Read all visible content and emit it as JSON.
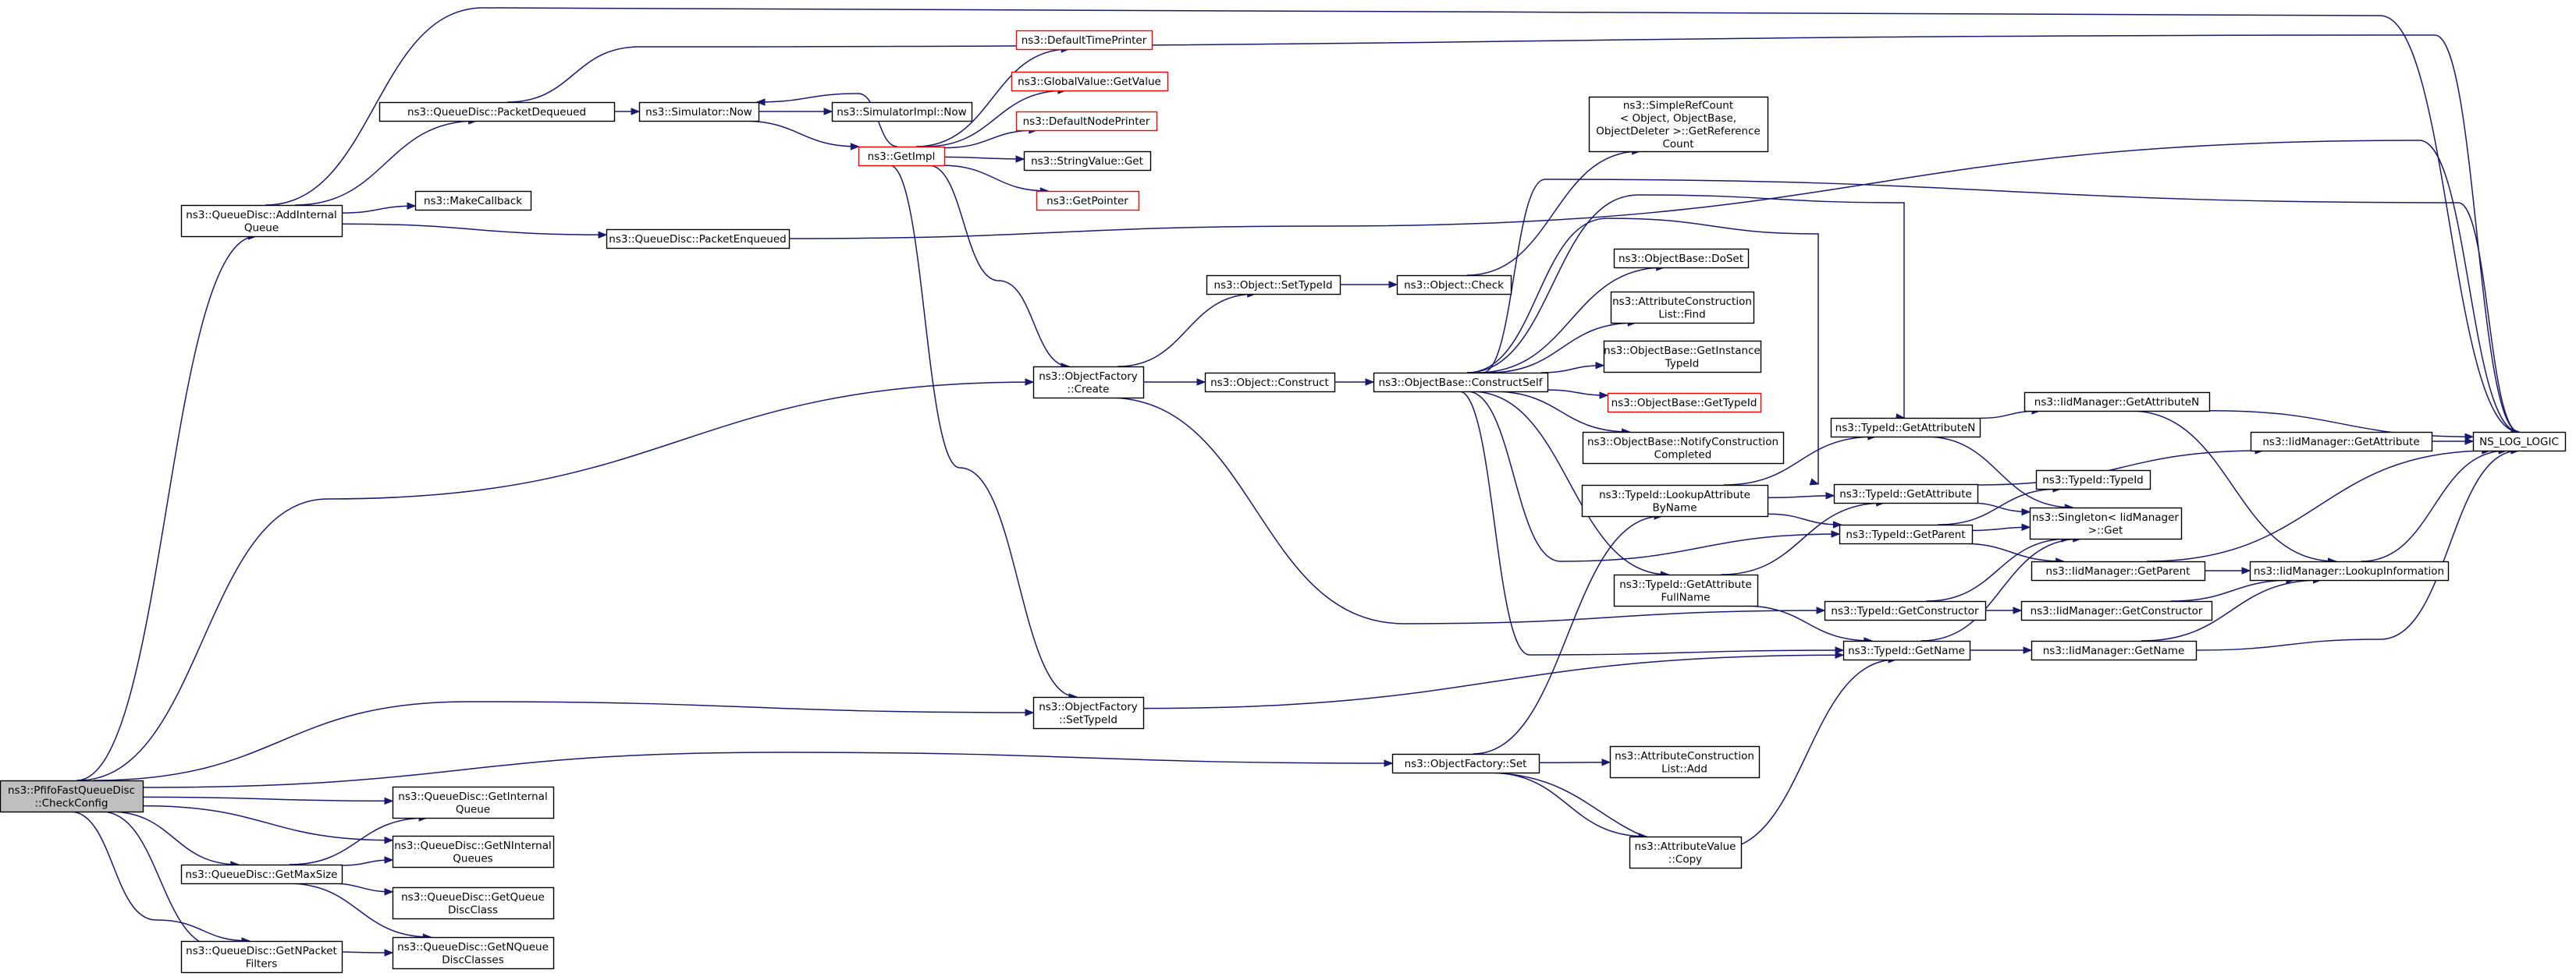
{
  "nodes": [
    {
      "id": "root",
      "lines": [
        "ns3::PfifoFastQueueDisc",
        "::CheckConfig"
      ]
    },
    {
      "id": "addInternalQueue",
      "lines": [
        "ns3::QueueDisc::AddInternal",
        "Queue"
      ]
    },
    {
      "id": "getNPacketFilters",
      "lines": [
        "ns3::QueueDisc::GetNPacket",
        "Filters"
      ]
    },
    {
      "id": "getMaxSize",
      "lines": [
        "ns3::QueueDisc::GetMaxSize"
      ]
    },
    {
      "id": "packetDequeued",
      "lines": [
        "ns3::QueueDisc::PacketDequeued"
      ]
    },
    {
      "id": "makeCallback",
      "lines": [
        "ns3::MakeCallback"
      ]
    },
    {
      "id": "packetEnqueued",
      "lines": [
        "ns3::QueueDisc::PacketEnqueued"
      ]
    },
    {
      "id": "getInternalQueue",
      "lines": [
        "ns3::QueueDisc::GetInternal",
        "Queue"
      ]
    },
    {
      "id": "getNInternalQueues",
      "lines": [
        "ns3::QueueDisc::GetNInternal",
        "Queues"
      ]
    },
    {
      "id": "getQueueDiscClass",
      "lines": [
        "ns3::QueueDisc::GetQueue",
        "DiscClass"
      ]
    },
    {
      "id": "getNQueueDiscClasses",
      "lines": [
        "ns3::QueueDisc::GetNQueue",
        "DiscClasses"
      ]
    },
    {
      "id": "simulatorNow",
      "lines": [
        "ns3::Simulator::Now"
      ]
    },
    {
      "id": "simulatorImplNow",
      "lines": [
        "ns3::SimulatorImpl::Now"
      ]
    },
    {
      "id": "getImpl",
      "lines": [
        "ns3::GetImpl"
      ],
      "red": true
    },
    {
      "id": "defaultTimePrinter",
      "lines": [
        "ns3::DefaultTimePrinter"
      ],
      "red": true
    },
    {
      "id": "globalValueGetValue",
      "lines": [
        "ns3::GlobalValue::GetValue"
      ],
      "red": true
    },
    {
      "id": "defaultNodePrinter",
      "lines": [
        "ns3::DefaultNodePrinter"
      ],
      "red": true
    },
    {
      "id": "stringValueGet",
      "lines": [
        "ns3::StringValue::Get"
      ]
    },
    {
      "id": "getPointer",
      "lines": [
        "ns3::GetPointer"
      ],
      "red": true
    },
    {
      "id": "objectFactoryCreate",
      "lines": [
        "ns3::ObjectFactory",
        "::Create"
      ]
    },
    {
      "id": "objectFactorySetTypeId",
      "lines": [
        "ns3::ObjectFactory",
        "::SetTypeId"
      ]
    },
    {
      "id": "objectFactorySet",
      "lines": [
        "ns3::ObjectFactory::Set"
      ]
    },
    {
      "id": "objectSetTypeId",
      "lines": [
        "ns3::Object::SetTypeId"
      ]
    },
    {
      "id": "objectCheck",
      "lines": [
        "ns3::Object::Check"
      ]
    },
    {
      "id": "objectConstruct",
      "lines": [
        "ns3::Object::Construct"
      ]
    },
    {
      "id": "constructSelf",
      "lines": [
        "ns3::ObjectBase::ConstructSelf"
      ]
    },
    {
      "id": "simpleRefCount",
      "lines": [
        "ns3::SimpleRefCount",
        "< Object, ObjectBase,",
        " ObjectDeleter >::GetReference",
        "Count"
      ]
    },
    {
      "id": "doSet",
      "lines": [
        "ns3::ObjectBase::DoSet"
      ]
    },
    {
      "id": "attrConstructionFind",
      "lines": [
        "ns3::AttributeConstruction",
        "List::Find"
      ]
    },
    {
      "id": "getInstanceTypeId",
      "lines": [
        "ns3::ObjectBase::GetInstance",
        "TypeId"
      ]
    },
    {
      "id": "objectBaseGetTypeId",
      "lines": [
        "ns3::ObjectBase::GetTypeId"
      ],
      "red": true
    },
    {
      "id": "notifyConstructionCompleted",
      "lines": [
        "ns3::ObjectBase::NotifyConstruction",
        "Completed"
      ]
    },
    {
      "id": "lookupAttributeByName",
      "lines": [
        "ns3::TypeId::LookupAttribute",
        "ByName"
      ]
    },
    {
      "id": "getAttributeFullName",
      "lines": [
        "ns3::TypeId::GetAttribute",
        "FullName"
      ]
    },
    {
      "id": "attrConstructionAdd",
      "lines": [
        "ns3::AttributeConstruction",
        "List::Add"
      ]
    },
    {
      "id": "attributeValueCopy",
      "lines": [
        "ns3::AttributeValue",
        "::Copy"
      ]
    },
    {
      "id": "typeIdGetAttributeN",
      "lines": [
        "ns3::TypeId::GetAttributeN"
      ]
    },
    {
      "id": "typeIdGetAttribute",
      "lines": [
        "ns3::TypeId::GetAttribute"
      ]
    },
    {
      "id": "typeIdGetParent",
      "lines": [
        "ns3::TypeId::GetParent"
      ]
    },
    {
      "id": "typeIdGetConstructor",
      "lines": [
        "ns3::TypeId::GetConstructor"
      ]
    },
    {
      "id": "typeIdGetName",
      "lines": [
        "ns3::TypeId::GetName"
      ]
    },
    {
      "id": "typeIdTypeId",
      "lines": [
        "ns3::TypeId::TypeId"
      ]
    },
    {
      "id": "singletonGet",
      "lines": [
        "ns3::Singleton< IidManager",
        " >::Get"
      ]
    },
    {
      "id": "iidGetAttributeN",
      "lines": [
        "ns3::IidManager::GetAttributeN"
      ]
    },
    {
      "id": "iidGetAttribute",
      "lines": [
        "ns3::IidManager::GetAttribute"
      ]
    },
    {
      "id": "iidGetParent",
      "lines": [
        "ns3::IidManager::GetParent"
      ]
    },
    {
      "id": "iidGetConstructor",
      "lines": [
        "ns3::IidManager::GetConstructor"
      ]
    },
    {
      "id": "iidGetName",
      "lines": [
        "ns3::IidManager::GetName"
      ]
    },
    {
      "id": "iidLookupInformation",
      "lines": [
        "ns3::IidManager::LookupInformation"
      ]
    },
    {
      "id": "nsLogLogic",
      "lines": [
        "NS_LOG_LOGIC"
      ]
    }
  ],
  "edges": [
    [
      "root",
      "addInternalQueue"
    ],
    [
      "root",
      "objectFactoryCreate"
    ],
    [
      "root",
      "objectFactorySetTypeId"
    ],
    [
      "root",
      "objectFactorySet"
    ],
    [
      "root",
      "getInternalQueue"
    ],
    [
      "root",
      "getNInternalQueues"
    ],
    [
      "root",
      "getMaxSize"
    ],
    [
      "root",
      "getNQueueDiscClasses"
    ],
    [
      "root",
      "getNPacketFilters"
    ],
    [
      "addInternalQueue",
      "packetDequeued"
    ],
    [
      "addInternalQueue",
      "makeCallback"
    ],
    [
      "addInternalQueue",
      "packetEnqueued"
    ],
    [
      "addInternalQueue",
      "nsLogLogic"
    ],
    [
      "packetDequeued",
      "simulatorNow"
    ],
    [
      "packetDequeued",
      "nsLogLogic"
    ],
    [
      "packetEnqueued",
      "nsLogLogic"
    ],
    [
      "simulatorNow",
      "simulatorImplNow"
    ],
    [
      "simulatorNow",
      "getImpl"
    ],
    [
      "getImpl",
      "simulatorNow"
    ],
    [
      "getImpl",
      "defaultTimePrinter"
    ],
    [
      "getImpl",
      "globalValueGetValue"
    ],
    [
      "getImpl",
      "defaultNodePrinter"
    ],
    [
      "getImpl",
      "stringValueGet"
    ],
    [
      "getImpl",
      "getPointer"
    ],
    [
      "getImpl",
      "objectFactoryCreate"
    ],
    [
      "getImpl",
      "objectFactorySetTypeId"
    ],
    [
      "getMaxSize",
      "getInternalQueue"
    ],
    [
      "getMaxSize",
      "getNInternalQueues"
    ],
    [
      "getMaxSize",
      "getQueueDiscClass"
    ],
    [
      "getMaxSize",
      "getNQueueDiscClasses"
    ],
    [
      "objectFactoryCreate",
      "objectSetTypeId"
    ],
    [
      "objectFactoryCreate",
      "objectConstruct"
    ],
    [
      "objectFactoryCreate",
      "typeIdGetConstructor"
    ],
    [
      "objectSetTypeId",
      "objectCheck"
    ],
    [
      "objectCheck",
      "simpleRefCount"
    ],
    [
      "objectConstruct",
      "constructSelf"
    ],
    [
      "constructSelf",
      "doSet"
    ],
    [
      "constructSelf",
      "attrConstructionFind"
    ],
    [
      "constructSelf",
      "getInstanceTypeId"
    ],
    [
      "constructSelf",
      "objectBaseGetTypeId"
    ],
    [
      "constructSelf",
      "notifyConstructionCompleted"
    ],
    [
      "constructSelf",
      "typeIdGetAttributeN"
    ],
    [
      "constructSelf",
      "typeIdGetAttribute"
    ],
    [
      "constructSelf",
      "typeIdGetParent"
    ],
    [
      "constructSelf",
      "getAttributeFullName"
    ],
    [
      "constructSelf",
      "typeIdGetName"
    ],
    [
      "constructSelf",
      "nsLogLogic"
    ],
    [
      "objectFactorySetTypeId",
      "typeIdGetName"
    ],
    [
      "objectFactorySet",
      "attrConstructionAdd"
    ],
    [
      "objectFactorySet",
      "attributeValueCopy"
    ],
    [
      "objectFactorySet",
      "lookupAttributeByName"
    ],
    [
      "objectFactorySet",
      "typeIdGetName"
    ],
    [
      "lookupAttributeByName",
      "typeIdGetAttributeN"
    ],
    [
      "lookupAttributeByName",
      "typeIdGetAttribute"
    ],
    [
      "lookupAttributeByName",
      "typeIdGetParent"
    ],
    [
      "getAttributeFullName",
      "typeIdGetAttribute"
    ],
    [
      "getAttributeFullName",
      "typeIdGetName"
    ],
    [
      "typeIdGetAttributeN",
      "iidGetAttributeN"
    ],
    [
      "typeIdGetAttributeN",
      "singletonGet"
    ],
    [
      "typeIdGetAttribute",
      "iidGetAttribute"
    ],
    [
      "typeIdGetAttribute",
      "singletonGet"
    ],
    [
      "typeIdGetParent",
      "typeIdTypeId"
    ],
    [
      "typeIdGetParent",
      "singletonGet"
    ],
    [
      "typeIdGetParent",
      "iidGetParent"
    ],
    [
      "typeIdGetConstructor",
      "singletonGet"
    ],
    [
      "typeIdGetConstructor",
      "iidGetConstructor"
    ],
    [
      "typeIdGetName",
      "singletonGet"
    ],
    [
      "typeIdGetName",
      "iidGetName"
    ],
    [
      "iidGetAttributeN",
      "nsLogLogic"
    ],
    [
      "iidGetAttributeN",
      "iidLookupInformation"
    ],
    [
      "iidGetAttribute",
      "nsLogLogic"
    ],
    [
      "iidGetParent",
      "iidLookupInformation"
    ],
    [
      "iidGetParent",
      "nsLogLogic"
    ],
    [
      "iidGetConstructor",
      "iidLookupInformation"
    ],
    [
      "iidGetName",
      "iidLookupInformation"
    ],
    [
      "iidGetName",
      "nsLogLogic"
    ],
    [
      "iidLookupInformation",
      "nsLogLogic"
    ]
  ]
}
